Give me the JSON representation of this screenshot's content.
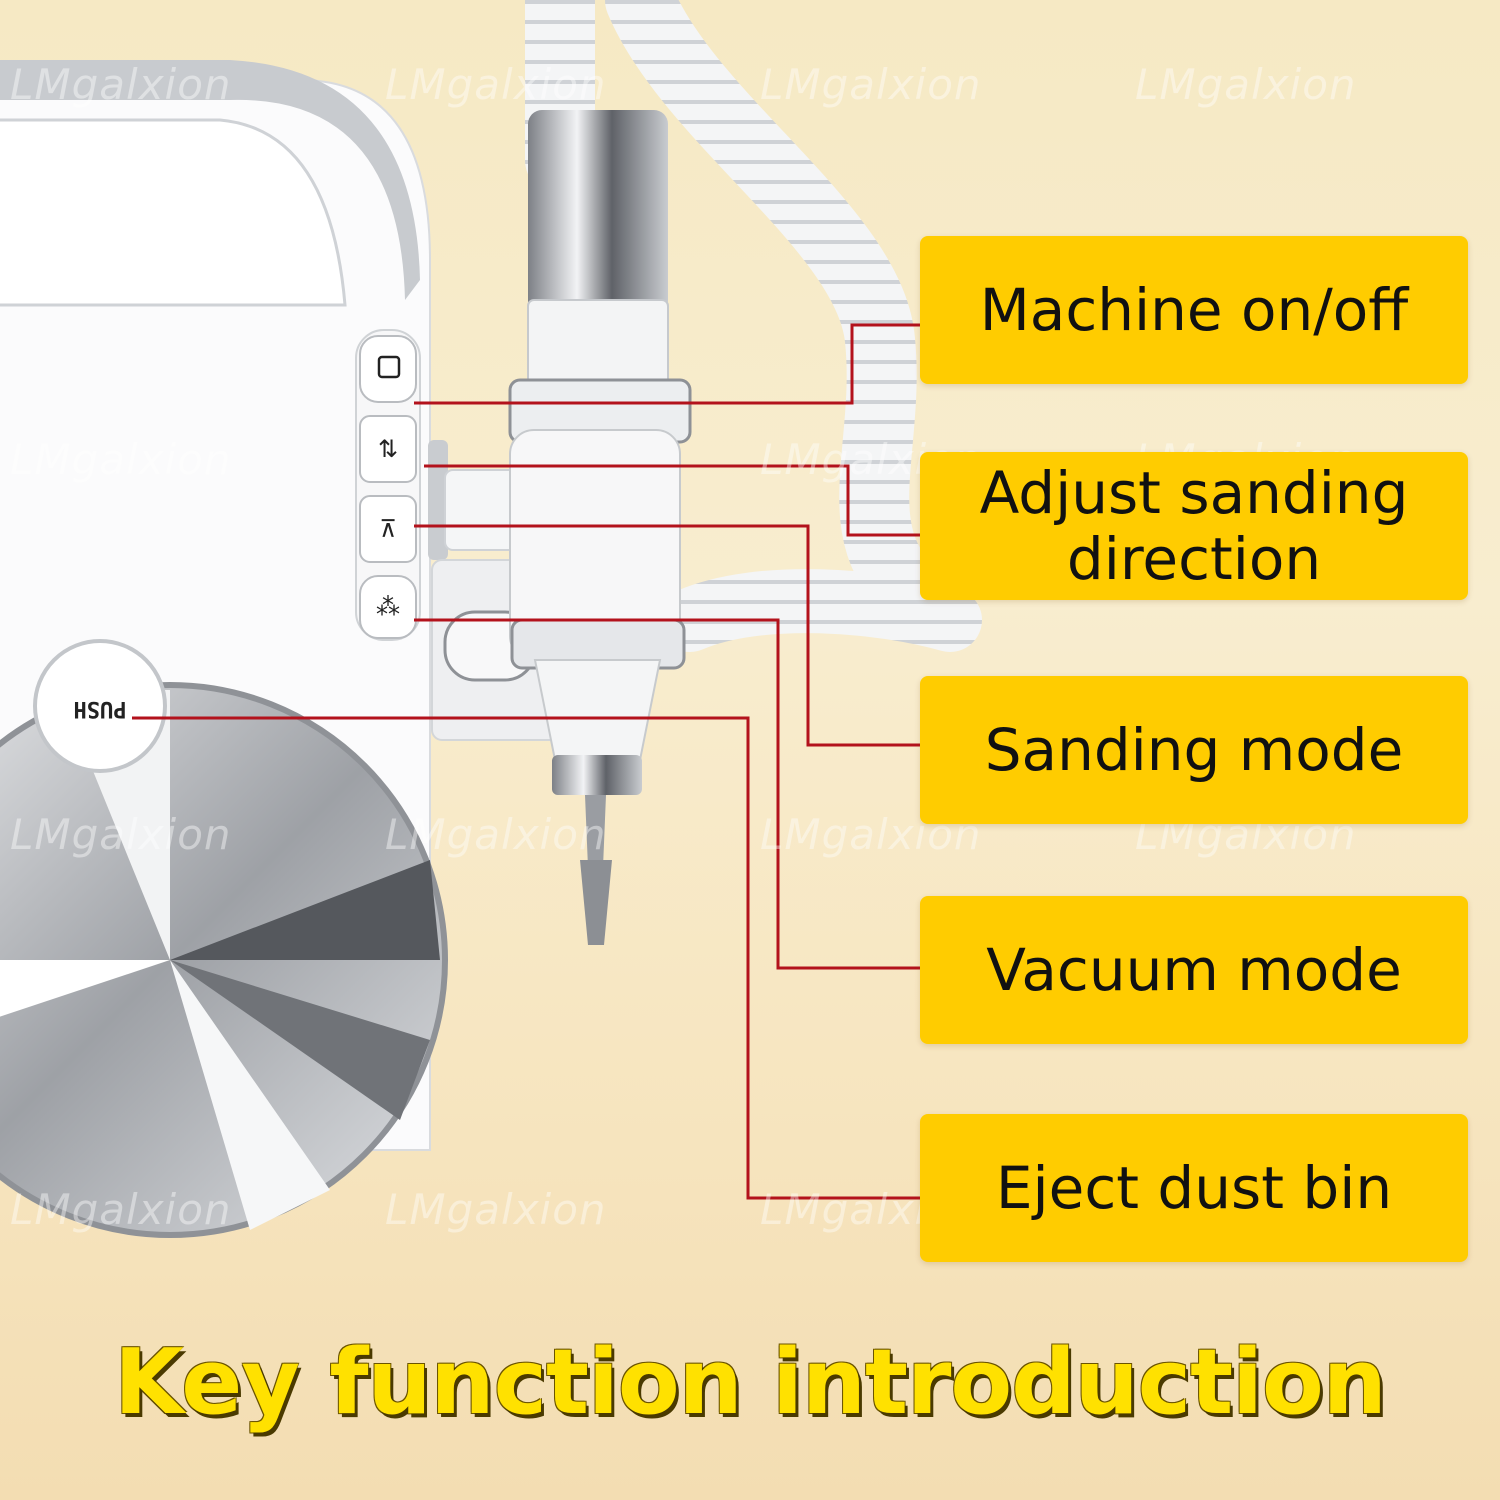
{
  "watermark": "LMgalxion",
  "callouts": {
    "power": "Machine on/off",
    "direction_line1": "Adjust sanding",
    "direction_line2": "direction",
    "sanding": "Sanding mode",
    "vacuum": "Vacuum mode",
    "eject": "Eject dust bin"
  },
  "device": {
    "push_label": "PUSH",
    "button_icons": [
      "power-button-icon",
      "direction-arrows-icon",
      "sanding-icon",
      "vacuum-icon"
    ]
  },
  "title": "Key function introduction",
  "colors": {
    "callout": "#ffcc00",
    "leader_line": "#b3121c",
    "title": "#ffe100",
    "background": "#f6e9c4"
  }
}
